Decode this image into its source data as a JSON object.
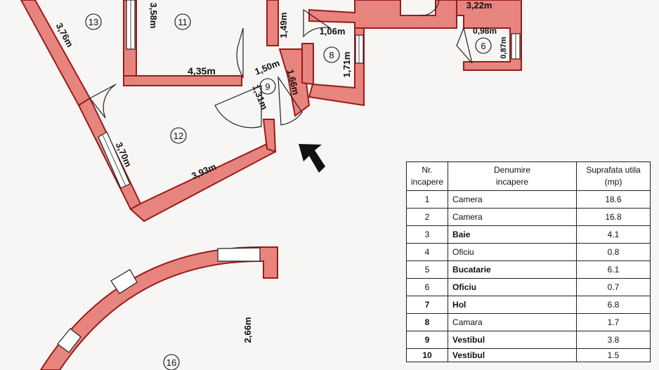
{
  "plan": {
    "dimensions": [
      "3,58m",
      "3,76m",
      "1,49m",
      "3,22m",
      "1,06m",
      "0,98m",
      "0,87m",
      "1,71m",
      "4,35m",
      "1,50m",
      "1,66m",
      "1,31m",
      "3,70m",
      "3,93m",
      "2,66m"
    ],
    "room_numbers": [
      "13",
      "11",
      "8",
      "6",
      "9",
      "12",
      "16"
    ],
    "wall_color": "#e8847e",
    "wall_outline_color": "#9a1b1b"
  },
  "table": {
    "headers": {
      "nr": [
        "Nr.",
        "incapere"
      ],
      "name": [
        "Denumire",
        "incapere"
      ],
      "area": [
        "Suprafata utila",
        "(mp)"
      ]
    },
    "rows": [
      {
        "nr": "1",
        "name": "Camera",
        "area": "18.6"
      },
      {
        "nr": "2",
        "name": "Camera",
        "area": "16.8"
      },
      {
        "nr": "3",
        "name": "Baie",
        "area": "4.1"
      },
      {
        "nr": "4",
        "name": "Oficiu",
        "area": "0.8"
      },
      {
        "nr": "5",
        "name": "Bucatarie",
        "area": "6.1"
      },
      {
        "nr": "6",
        "name": "Oficiu",
        "area": "0.7"
      },
      {
        "nr": "7",
        "name": "Hol",
        "area": "6.8"
      },
      {
        "nr": "8",
        "name": "Camara",
        "area": "1.7"
      },
      {
        "nr": "9",
        "name": "Vestibul",
        "area": "3.8"
      },
      {
        "nr": "10",
        "name": "Vestibul",
        "area": "1.5"
      }
    ]
  }
}
